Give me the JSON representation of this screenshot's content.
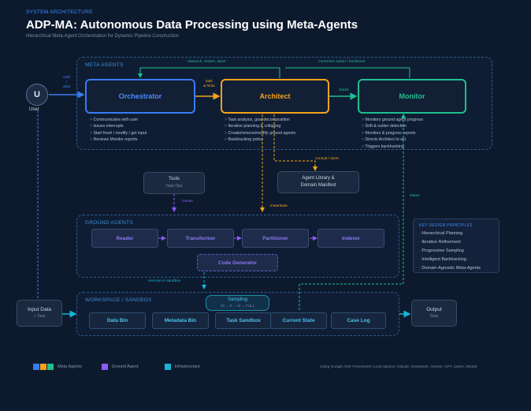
{
  "header": {
    "eyebrow": "SYSTEM ARCHITECTURE",
    "title": "ADP-MA: Autonomous Data Processing using Meta-Agents",
    "subtitle": "Hierarchical Meta-Agent Orchestration for Dynamic Pipeline Construction"
  },
  "colors": {
    "orchestrator": "#3a7bf0",
    "architect": "#f3a21a",
    "monitor": "#1fbf8f",
    "ground": "#8b5cf6",
    "infrastructure": "#19b3d3",
    "background": "#0d1a2e"
  },
  "user": {
    "initial": "U",
    "label": "User"
  },
  "meta_agents": {
    "section_label": "META AGENTS",
    "orchestrator": {
      "name": "Orchestrator",
      "bullets": [
        "Communicates with user",
        "Issues interrupts",
        "Start fresh / modify / get input",
        "Reviews Monitor reports"
      ]
    },
    "architect": {
      "name": "Architect",
      "bullets": [
        "Task analysis, goal decomposition",
        "Iterative planning & critiquing",
        "Create/remove/modify ground agents",
        "Backtracking policy"
      ]
    },
    "monitor": {
      "name": "Monitor",
      "bullets": [
        "Monitors ground agent progress",
        "Drift & outlier detection",
        "Monitors & progress reports",
        "Directs Architect to act",
        "Triggers backtracking"
      ]
    }
  },
  "edges": {
    "task_data": [
      "task",
      "+",
      "data"
    ],
    "task_hints": [
      "task",
      "& hints"
    ],
    "status": "status",
    "relaunch": "relaunch, restart, abort",
    "corrective": "corrective action / backtrack",
    "consult": "consult / store",
    "invoke": "invoke",
    "instantiate": "instantiate",
    "status_up": "status",
    "execute": "execute in sandbox"
  },
  "tools": {
    "title": "Tools",
    "sub": "Data Ops"
  },
  "agent_library": {
    "line1": "Agent Library &",
    "line2": "Domain Manifest"
  },
  "ground_agents": {
    "section_label": "GROUND AGENTS",
    "nodes": [
      "Reader",
      "Transformer",
      "Partitioner",
      "Indexer"
    ],
    "code_generator": "Code Generator"
  },
  "workspace": {
    "section_label": "WORKSPACE / SANDBOX",
    "sampling": {
      "title": "Sampling",
      "formula": "10 → 5 → M → FULL"
    },
    "nodes": [
      "Data Bin",
      "Metadata Bin",
      "Task Sandbox",
      "Current State",
      "Case Log"
    ]
  },
  "input_data": {
    "title": "Input Data",
    "sub": "+ Task"
  },
  "output": {
    "title": "Output",
    "sub": "Data"
  },
  "principles": {
    "heading": "KEY DESIGN PRINCIPLES",
    "items": [
      "Hierarchical Planning",
      "Iterative Refinement",
      "Progressive Sampling",
      "Intelligent Backtracking",
      "Domain-Agnostic Meta-Agents"
    ]
  },
  "legend": {
    "meta": "Meta Agents",
    "ground": "Ground Agent",
    "infra": "Infrastructure"
  },
  "footer": "Using Google ADK Framework  |  LLM options: Claude, Deepseek, Gemini, GPT, Qwen, Mistral"
}
